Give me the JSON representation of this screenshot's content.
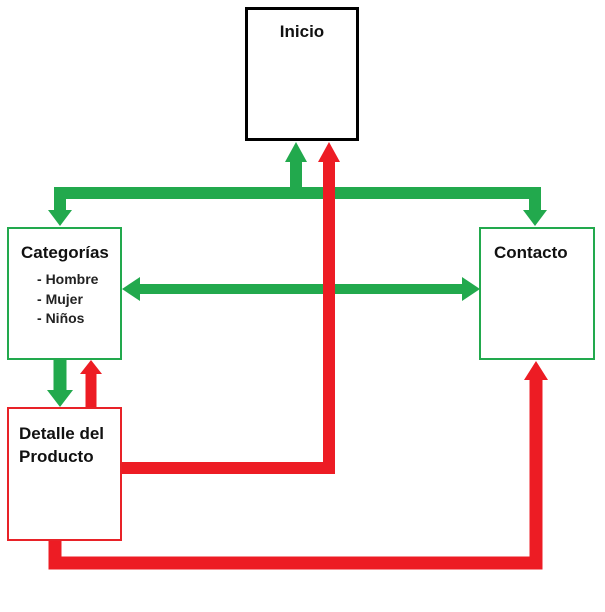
{
  "colors": {
    "green": "#22a94d",
    "red": "#ed1c24",
    "node_border_inicio": "#000000"
  },
  "nodes": {
    "inicio": {
      "title": "Inicio"
    },
    "categorias": {
      "title": "Categorías",
      "items": [
        "Hombre",
        "Mujer",
        "Niños"
      ]
    },
    "contacto": {
      "title": "Contacto"
    },
    "detalle": {
      "title_line1": "Detalle del",
      "title_line2": "Producto"
    }
  },
  "edges": [
    {
      "from": "inicio",
      "to": "categorias",
      "color": "green"
    },
    {
      "from": "inicio",
      "to": "contacto",
      "color": "green"
    },
    {
      "from": "categorias",
      "to": "contacto",
      "color": "green",
      "bidirectional": true
    },
    {
      "from": "categorias",
      "to": "detalle",
      "color": "green"
    },
    {
      "from": "detalle",
      "to": "categorias",
      "color": "red"
    },
    {
      "from": "detalle",
      "to": "inicio",
      "color": "red"
    },
    {
      "from": "detalle",
      "to": "contacto",
      "color": "red"
    }
  ]
}
